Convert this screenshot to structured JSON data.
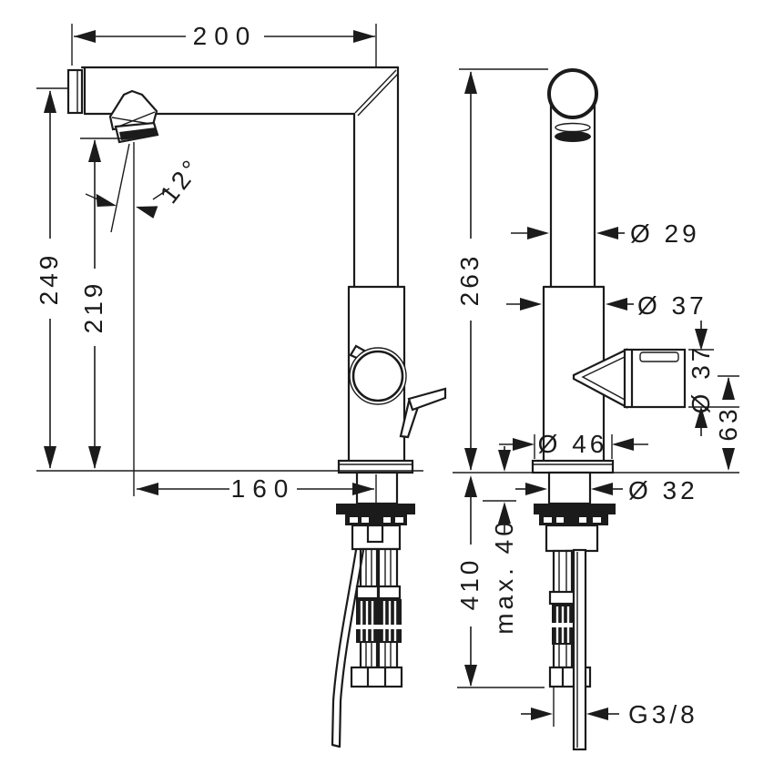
{
  "title": "Kitchen mixer tap technical dimension drawing",
  "colors": {
    "line": "#1b1b1b",
    "background": "#ffffff"
  },
  "views": {
    "side_view_label": "side view with spout, handle and supply hoses",
    "front_view_label": "front view with handle cylinder and mounting shank"
  },
  "dimensions": {
    "spout_reach": "200",
    "overall_height": "249",
    "outlet_height": "219",
    "spray_angle": "12°",
    "base_to_outlet": "160",
    "height_above_deck": "263",
    "spout_diameter": "Ø 29",
    "body_diameter": "Ø 37",
    "handle_diameter": "Ø 37",
    "handle_center_height": "63",
    "base_diameter": "Ø 46",
    "shank_diameter": "Ø 32",
    "hose_length": "410",
    "max_deck_thickness": "max. 40",
    "supply_thread": "G3/8"
  }
}
